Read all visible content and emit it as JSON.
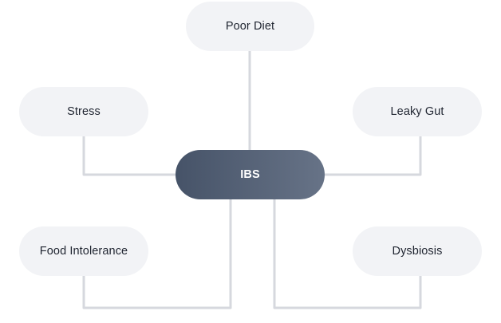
{
  "diagram": {
    "center": {
      "label": "IBS"
    },
    "nodes": {
      "poor_diet": "Poor Diet",
      "stress": "Stress",
      "leaky_gut": "Leaky Gut",
      "food_intolerance": "Food Intolerance",
      "dysbiosis": "Dysbiosis"
    }
  },
  "colors": {
    "node_fill": "#f2f3f6",
    "center_fill_start": "#465368",
    "center_fill_end": "#677387",
    "connector": "#d6d8de",
    "text_dark": "#1f2430",
    "text_light": "#ffffff"
  }
}
